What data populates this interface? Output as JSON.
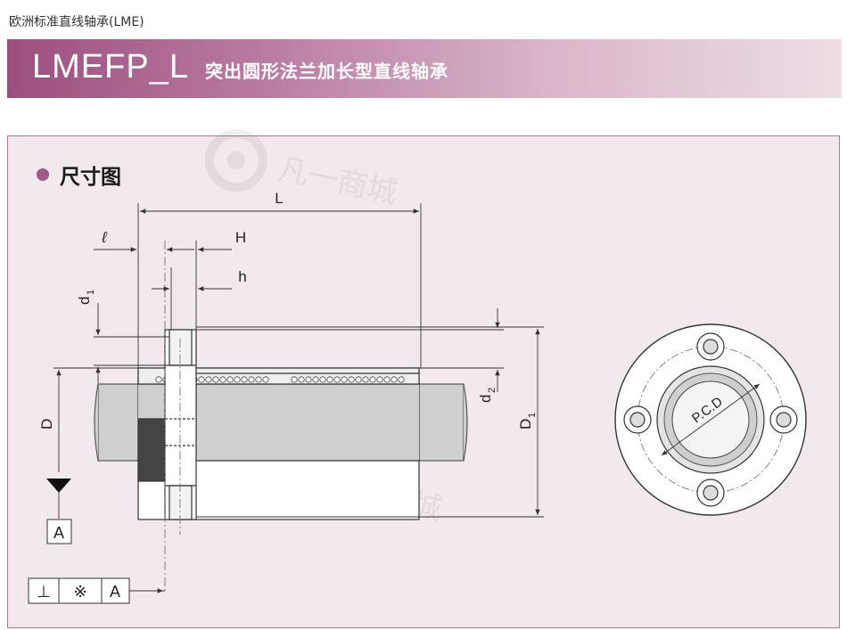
{
  "header": {
    "caption": "欧洲标准直线轴承(LME)",
    "model": "LMEFP_L",
    "title": "突出圆形法兰加长型直线轴承"
  },
  "section": {
    "title": "尺寸图"
  },
  "dimensions": {
    "L": "L",
    "ell": "ℓ",
    "H": "H",
    "h": "h",
    "d1": "d",
    "d1_sub": "1",
    "D": "D",
    "d2": "d",
    "d2_sub": "2",
    "D1": "D",
    "D1_sub": "1",
    "pcd": "P.C.D"
  },
  "datum": {
    "label": "A"
  },
  "tolerance_frame": {
    "symbol1": "⊥",
    "symbol2": "※",
    "ref": "A"
  },
  "watermark": {
    "text": "凡一商城"
  },
  "colors": {
    "accent": "#a05a87",
    "panel": "#f2e9ef",
    "line": "#333333"
  }
}
